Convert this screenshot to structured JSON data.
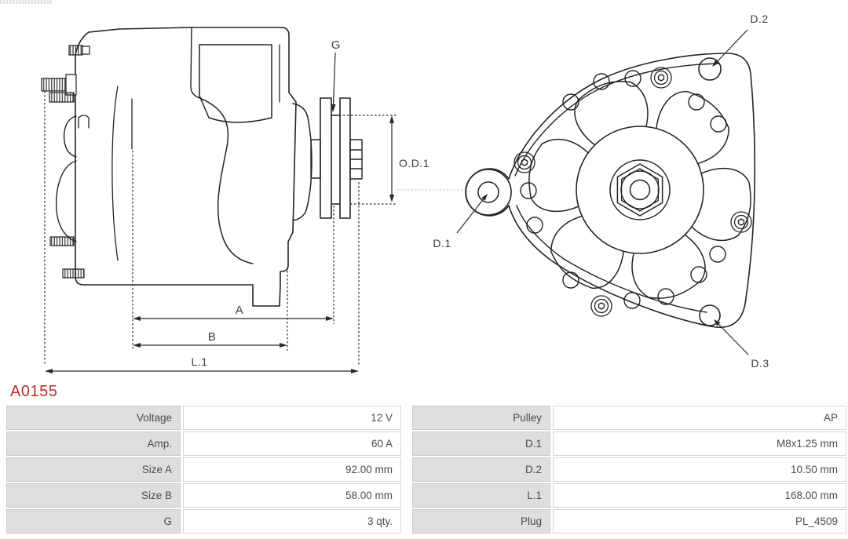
{
  "part_number": "A0155",
  "labels": {
    "g": "G",
    "od1": "O.D.1",
    "a": "A",
    "b": "B",
    "l1": "L.1",
    "d1": "D.1",
    "d2": "D.2",
    "d3": "D.3"
  },
  "table": {
    "rows": [
      {
        "label1": "Voltage",
        "value1": "12 V",
        "label2": "Pulley",
        "value2": "AP"
      },
      {
        "label1": "Amp.",
        "value1": "60 A",
        "label2": "D.1",
        "value2": "M8x1.25 mm"
      },
      {
        "label1": "Size A",
        "value1": "92.00 mm",
        "label2": "D.2",
        "value2": "10.50 mm"
      },
      {
        "label1": "Size B",
        "value1": "58.00 mm",
        "label2": "L.1",
        "value2": "168.00 mm"
      },
      {
        "label1": "G",
        "value1": "3 qty.",
        "label2": "Plug",
        "value2": "PL_4509"
      }
    ]
  },
  "colors": {
    "accent_red": "#c22b2b",
    "drawing_line": "#232323",
    "dimension_text": "#3d3d3d",
    "table_label_bg": "#dedede",
    "table_border": "#c9c9c9"
  }
}
